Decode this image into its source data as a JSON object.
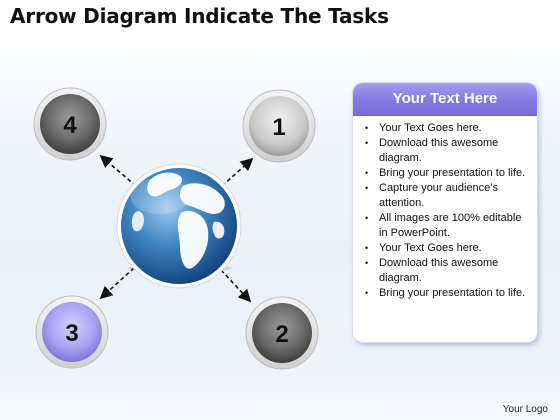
{
  "title": "Arrow Diagram Indicate The Tasks",
  "nodes": [
    {
      "label": "4"
    },
    {
      "label": "1"
    },
    {
      "label": "3"
    },
    {
      "label": "2"
    }
  ],
  "panel": {
    "header": "Your Text Here",
    "items": [
      "Your Text Goes here.",
      "Download this awesome diagram.",
      "Bring your presentation to life.",
      "Capture your audience’s attention.",
      "All images are 100% editable in PowerPoint.",
      "Your Text Goes here.",
      "Download this awesome diagram.",
      "Bring your presentation to life."
    ]
  },
  "logo": "Your Logo",
  "colors": {
    "gray_node": "#7a7a7a",
    "purple_node": "#a59cf2",
    "panel_header": "#8577e0",
    "globe_ocean": "#2f76b4"
  }
}
